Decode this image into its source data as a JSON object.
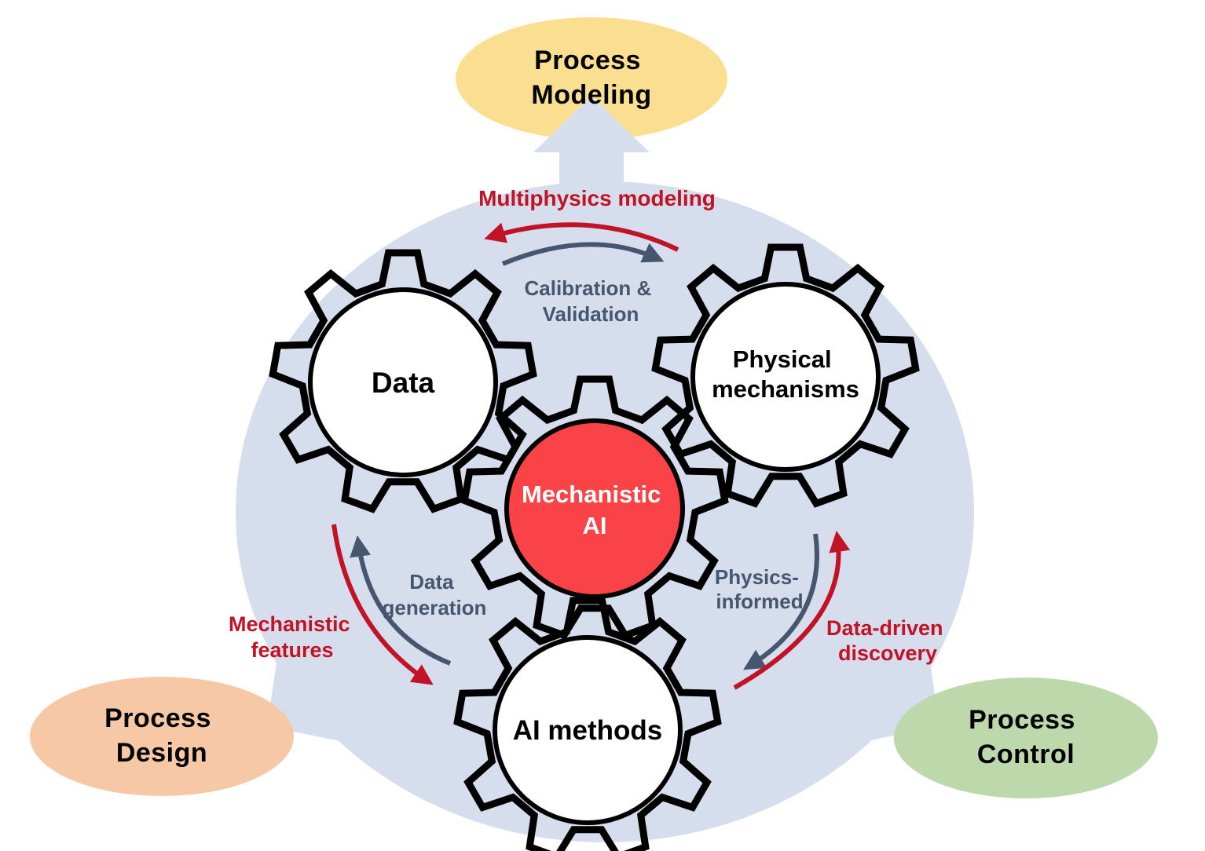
{
  "colors": {
    "background": "#FFFFFF",
    "hub_circle": "#D6DDEC",
    "process_modeling_fill": "#FBDF90",
    "process_design_fill": "#F6C8A6",
    "process_control_fill": "#BDD8AB",
    "gear_inner_fill": "#FFFFFF",
    "mechanistic_ai_fill": "#FA4347",
    "red_accent": "#C11226",
    "slate_accent": "#46566E",
    "outline": "#000000",
    "white_text": "#FFFFFF",
    "black_text": "#000000"
  },
  "outer_nodes": {
    "modeling": {
      "line1": "Process",
      "line2": "Modeling"
    },
    "design": {
      "line1": "Process",
      "line2": "Design"
    },
    "control": {
      "line1": "Process",
      "line2": "Control"
    }
  },
  "gears": {
    "data": {
      "label": "Data"
    },
    "physical": {
      "line1": "Physical",
      "line2": "mechanisms"
    },
    "mechanistic": {
      "line1": "Mechanistic",
      "line2": "AI"
    },
    "ai": {
      "label": "AI methods"
    }
  },
  "relations": {
    "multiphysics_modeling": "Multiphysics modeling",
    "calibration": {
      "line1": "Calibration &",
      "line2": "Validation"
    },
    "data_generation": {
      "line1": "Data",
      "line2": "generation"
    },
    "mechanistic_features": {
      "line1": "Mechanistic",
      "line2": "features"
    },
    "physics_informed": {
      "line1": "Physics-",
      "line2": "informed"
    },
    "data_driven": {
      "line1": "Data-driven",
      "line2": "discovery"
    }
  }
}
